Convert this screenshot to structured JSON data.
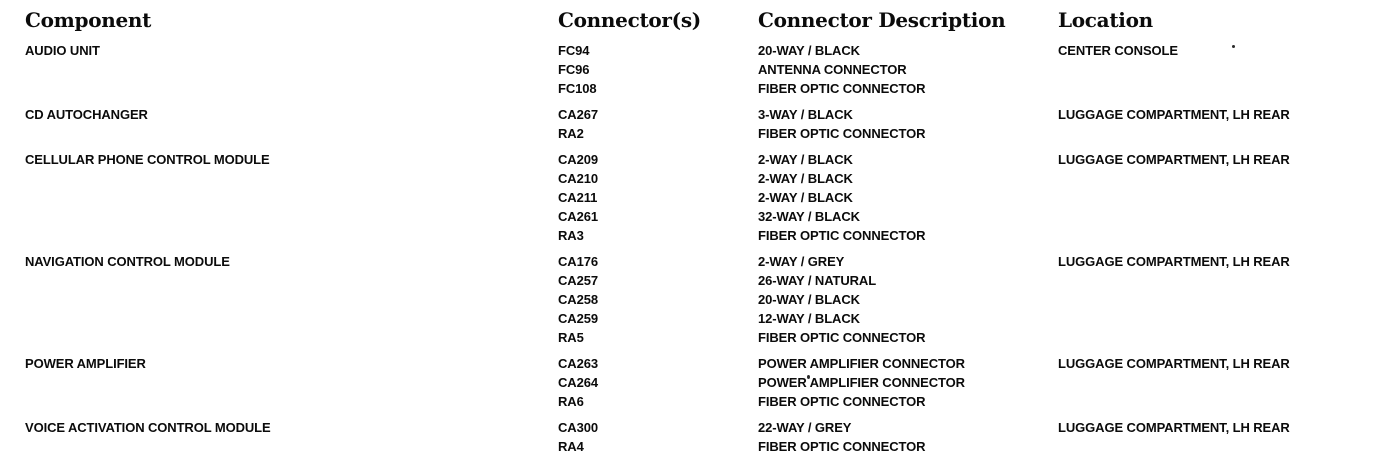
{
  "page": {
    "background": "#ffffff",
    "text_color": "#0b0b0b",
    "kind": "scanned wiring-manual connector table"
  },
  "table": {
    "headers": [
      {
        "key": "component",
        "label": "Component"
      },
      {
        "key": "connectors",
        "label": "Connector(s)"
      },
      {
        "key": "description",
        "label": "Connector Description"
      },
      {
        "key": "location",
        "label": "Location"
      }
    ],
    "rows": [
      {
        "component": "AUDIO UNIT",
        "location": "CENTER CONSOLE",
        "connectors": [
          {
            "id": "FC94",
            "description": "20-WAY / BLACK"
          },
          {
            "id": "FC96",
            "description": "ANTENNA CONNECTOR"
          },
          {
            "id": "FC108",
            "description": "FIBER OPTIC CONNECTOR"
          }
        ]
      },
      {
        "component": "CD AUTOCHANGER",
        "location": "LUGGAGE COMPARTMENT, LH REAR",
        "connectors": [
          {
            "id": "CA267",
            "description": "3-WAY / BLACK"
          },
          {
            "id": "RA2",
            "description": "FIBER OPTIC CONNECTOR"
          }
        ]
      },
      {
        "component": "CELLULAR PHONE CONTROL MODULE",
        "location": "LUGGAGE COMPARTMENT, LH REAR",
        "connectors": [
          {
            "id": "CA209",
            "description": "2-WAY / BLACK"
          },
          {
            "id": "CA210",
            "description": "2-WAY / BLACK"
          },
          {
            "id": "CA211",
            "description": "2-WAY / BLACK"
          },
          {
            "id": "CA261",
            "description": "32-WAY / BLACK"
          },
          {
            "id": "RA3",
            "description": "FIBER OPTIC CONNECTOR"
          }
        ]
      },
      {
        "component": "NAVIGATION CONTROL MODULE",
        "location": "LUGGAGE COMPARTMENT, LH REAR",
        "connectors": [
          {
            "id": "CA176",
            "description": "2-WAY / GREY"
          },
          {
            "id": "CA257",
            "description": "26-WAY / NATURAL"
          },
          {
            "id": "CA258",
            "description": "20-WAY / BLACK"
          },
          {
            "id": "CA259",
            "description": "12-WAY / BLACK"
          },
          {
            "id": "RA5",
            "description": "FIBER OPTIC CONNECTOR"
          }
        ]
      },
      {
        "component": "POWER AMPLIFIER",
        "location": "LUGGAGE COMPARTMENT, LH REAR",
        "connectors": [
          {
            "id": "CA263",
            "description": "POWER AMPLIFIER CONNECTOR"
          },
          {
            "id": "CA264",
            "description": "POWER AMPLIFIER CONNECTOR"
          },
          {
            "id": "RA6",
            "description": "FIBER OPTIC CONNECTOR"
          }
        ]
      },
      {
        "component": "VOICE ACTIVATION CONTROL MODULE",
        "location": "LUGGAGE COMPARTMENT, LH REAR",
        "connectors": [
          {
            "id": "CA300",
            "description": "22-WAY / GREY"
          },
          {
            "id": "RA4",
            "description": "FIBER OPTIC CONNECTOR"
          }
        ]
      }
    ]
  }
}
